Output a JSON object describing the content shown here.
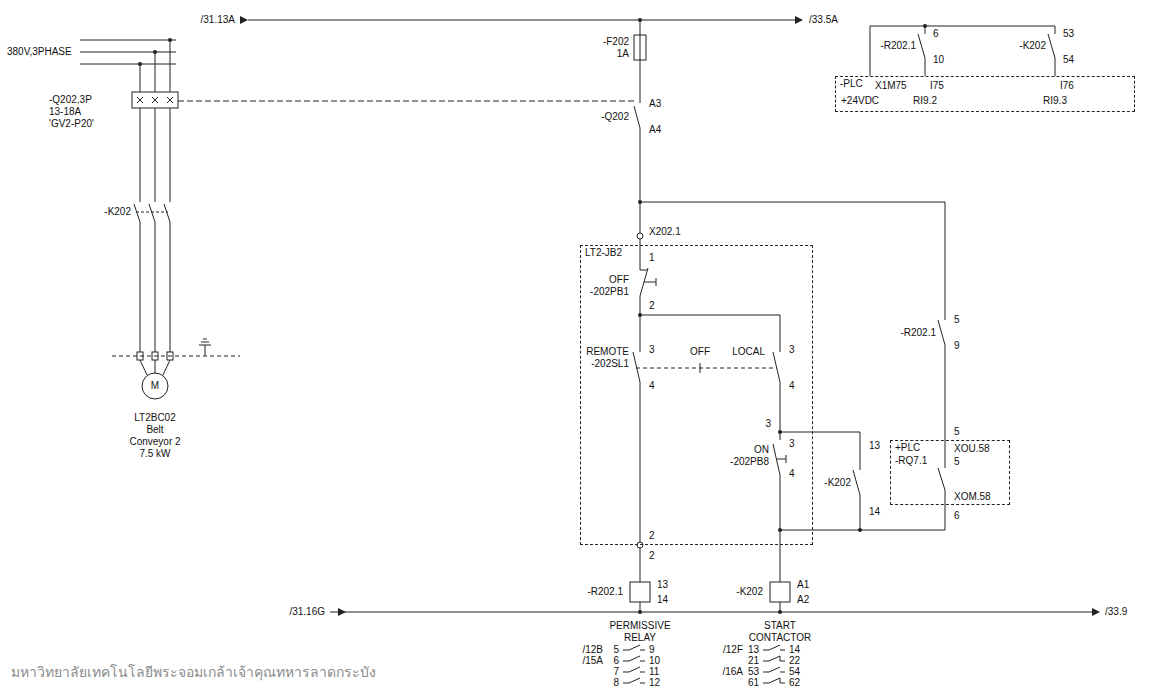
{
  "diagram": {
    "nodes": [
      {
        "text": [
          "-PLC"
        ]
      },
      {
        "text": [
          "LT2-JB2"
        ]
      },
      {
        "text": [
          "+PLC",
          "-RQ7.1"
        ]
      }
    ],
    "edges": [
      {
        "from": 1,
        "to": 2,
        "arrow": "none"
      }
    ],
    "labels": [
      "/31.13A",
      "/33.5A",
      "380V,3PHASE",
      "-Q202,3P",
      "13-18A",
      "'GV2-P20'",
      "-K202",
      "M",
      "LT2BC02",
      "Belt",
      "Conveyor 2",
      "7.5 kW",
      "-F202",
      "1A",
      "-Q202",
      "A3",
      "A4",
      "X202.1",
      "1",
      "OFF",
      "-202PB1",
      "2",
      "REMOTE",
      "-202SL1",
      "3",
      "4",
      "OFF",
      "LOCAL",
      "3",
      "4",
      "3",
      "ON",
      "-202PB8",
      "3",
      "4",
      "-K202",
      "13",
      "14",
      "-R202.1",
      "5",
      "9",
      "5",
      "XOU.58",
      "5",
      "XOM.58",
      "6",
      "2",
      "2",
      "-R202.1",
      "13",
      "14",
      "-K202",
      "A1",
      "A2",
      "/31.16G",
      "/33.9",
      "PERMISSIVE",
      "RELAY",
      "START",
      "CONTACTOR",
      "/12B",
      "5",
      "9",
      "/15A",
      "6",
      "10",
      "7",
      "11",
      "8",
      "12",
      "/12F",
      "13",
      "14",
      "21",
      "22",
      "/16A",
      "53",
      "54",
      "61",
      "62",
      "-R202.1",
      "6",
      "10",
      "-K202",
      "53",
      "54",
      "X1M75",
      "I75",
      "I76",
      "+24VDC",
      "RI9.2",
      "RI9.3",
      "มหาวิทยาลัยเทคโนโลยีพระจอมเกล้าเจ้าคุณทหารลาดกระบัง"
    ]
  }
}
